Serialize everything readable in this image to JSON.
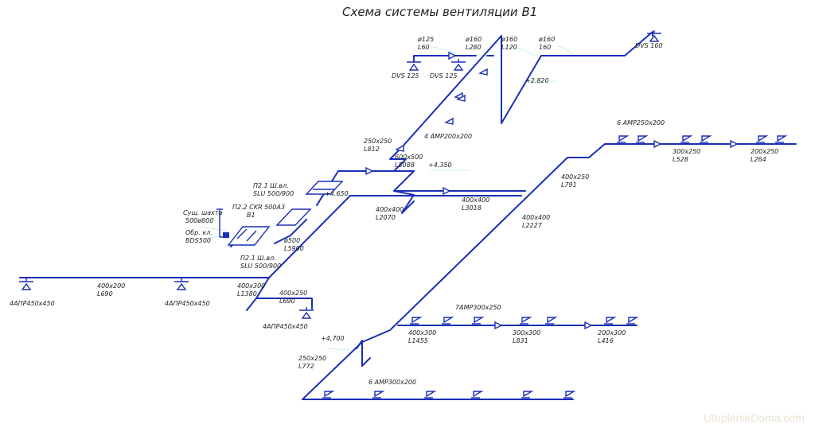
{
  "title": "Схема системы вентиляции В1",
  "watermark": "UteplenieDoma.com",
  "colors": {
    "duct": "#1a2fb8",
    "text": "#222222",
    "leader": "#b7ecee",
    "watermark": "#e9e2cf"
  },
  "labels": {
    "d125": "ø125",
    "l60": "L60",
    "d160a": "ø160",
    "l280": "L280",
    "d160b": "ø160",
    "l120": "L120",
    "d160c": "ø160",
    "l160": "160",
    "dvs160": "DVS 160",
    "dvs125a": "DVS 125",
    "dvs125b": "DVS 125",
    "elev2820": "+2.820",
    "amp4": "4  AMP200x200",
    "s250": "250x250",
    "l812": "L812",
    "s600": "600x500",
    "l5088": "L5088",
    "elev4350": "+4.350",
    "amp6top": "6  AMP250x200",
    "s300x250": "300x250",
    "l528": "L528",
    "s200x250": "200x250",
    "l264": "L264",
    "s400x250b": "400x250",
    "l791": "L791",
    "p21top1": "П2.1  Ш.вл.",
    "p21top2": "SLU 500/900",
    "elev4650": "+4.650",
    "p22a": "П2.2  CKR  500A3",
    "p22b": "В1",
    "shaft1": "Сущ.  шахта",
    "shaft2": "500ø800",
    "valve1": "Обр.  кл.",
    "valve2": "BDS500",
    "d500": "ø500",
    "l5900": "L5900",
    "p21bot1": "П2.1  Ш.вл.",
    "p21bot2": "SLU 500/900",
    "s400x400a": "400x400",
    "l2070": "L2070",
    "s400x400b": "400x400",
    "l3018": "L3018",
    "s400x400c": "400x400",
    "l2227": "L2227",
    "s400x200": "400x200",
    "l690a": "L690",
    "apr1": "4АПР450x450",
    "apr2": "4АПР450x450",
    "apr3": "4АПР450x450",
    "s400x300": "400x300",
    "l1380": "L1380",
    "s400x250": "400x250",
    "l690b": "L690",
    "amp7": "7AMP300x250",
    "s400x300b": "400x300",
    "l1455": "L1455",
    "s300x300": "300x300",
    "l831": "L831",
    "s200x300": "200x300",
    "l416": "L416",
    "elev4700": "+4,700",
    "s250b": "250x250",
    "l772": "L772",
    "amp6bot": "6  AMP300x200"
  }
}
